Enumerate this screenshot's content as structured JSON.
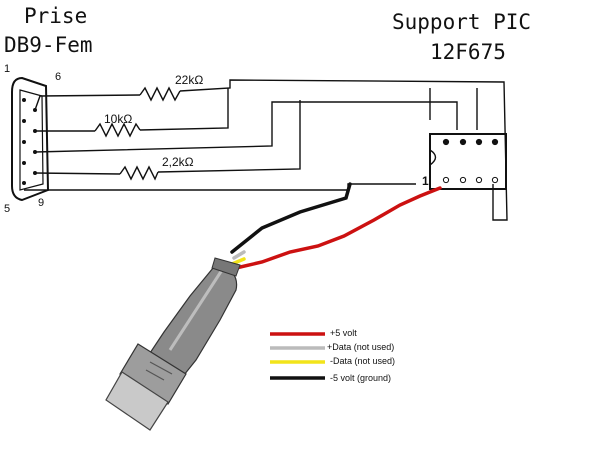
{
  "connector": {
    "title_line1": "Prise",
    "title_line2": "DB9-Fem",
    "pin_1": "1",
    "pin_6": "6",
    "pin_5": "5",
    "pin_9": "9"
  },
  "pic": {
    "title_line1": "Support PIC",
    "title_line2": "12F675",
    "pin_1": "1"
  },
  "resistors": {
    "r1": "22kΩ",
    "r2": "10kΩ",
    "r3": "2,2kΩ"
  },
  "legend": [
    {
      "label": "+5 volt",
      "color": "#cc1111"
    },
    {
      "label": "+Data (not used)",
      "color": "#bbbbbb"
    },
    {
      "label": "-Data (not used)",
      "color": "#f2e41a"
    },
    {
      "label": "-5 volt (ground)",
      "color": "#111111"
    }
  ]
}
